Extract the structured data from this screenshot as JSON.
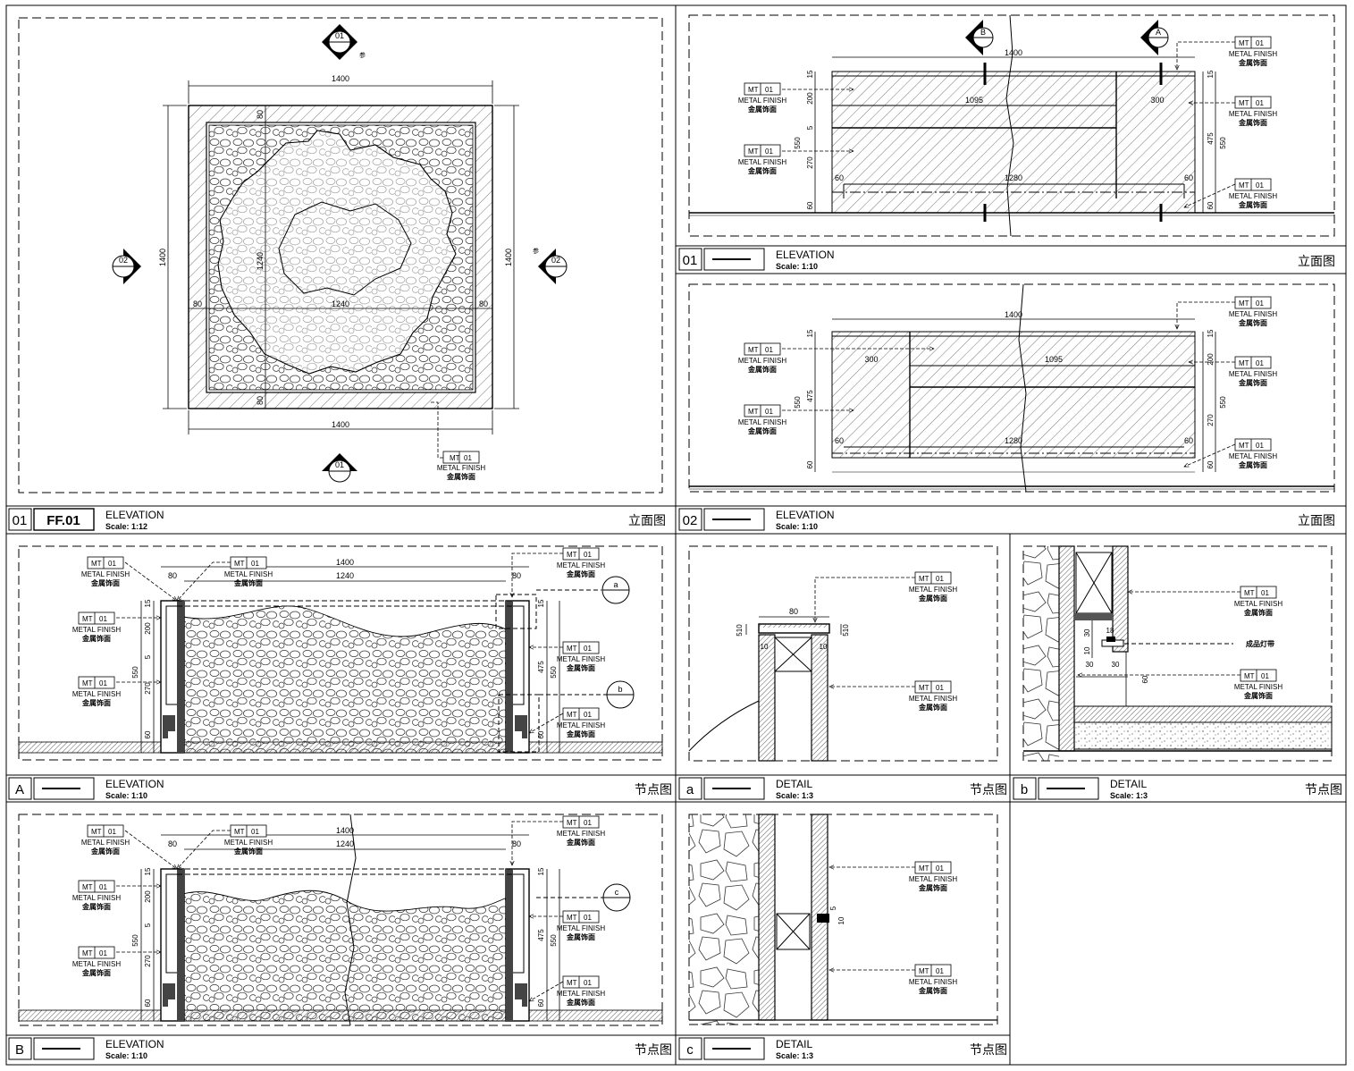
{
  "tag": {
    "mt": "MT",
    "num": "01",
    "en": "METAL FINISH",
    "cn": "金属饰面"
  },
  "ref_cn": "参",
  "p01": {
    "dims": {
      "w_top": "1400",
      "w_bot": "1400",
      "h_left": "1400",
      "h_right": "1400",
      "inner": "1240",
      "edge_l": "80",
      "edge_r": "80",
      "edge_t": "80",
      "edge_b": "80",
      "v_inner": "1240"
    },
    "markers": {
      "top_num": "01",
      "bot_num": "01",
      "left_num": "02",
      "right_num": "02"
    },
    "title": {
      "num": "01",
      "code": "FF.01",
      "label": "ELEVATION",
      "scale": "Scale: 1:12",
      "cn": "立面图"
    }
  },
  "p02": {
    "dims": {
      "w": "1400",
      "d1095": "1095",
      "d300": "300",
      "d1280": "1280",
      "d60a": "60",
      "d60b": "60",
      "h15": "15",
      "h200": "200",
      "h5": "5",
      "h270": "270",
      "h550": "550",
      "h60": "60",
      "r15": "15",
      "r475": "475",
      "r550": "550",
      "r60": "60"
    },
    "markers": {
      "b": "B",
      "a": "A"
    },
    "title": {
      "num": "01",
      "label": "ELEVATION",
      "scale": "Scale: 1:10",
      "cn": "立面图"
    }
  },
  "p03": {
    "dims": {
      "w": "1400",
      "d300": "300",
      "d1095": "1095",
      "d1280": "1280",
      "d60a": "60",
      "d60b": "60",
      "h15": "15",
      "h475": "475",
      "h550": "550",
      "h60": "60",
      "r15": "15",
      "r200": "200",
      "r270": "270",
      "r550": "550",
      "r60": "60"
    },
    "title": {
      "num": "02",
      "label": "ELEVATION",
      "scale": "Scale: 1:10",
      "cn": "立面图"
    }
  },
  "pA": {
    "dims": {
      "w": "1400",
      "inner": "1240",
      "e80l": "80",
      "e80r": "80",
      "h15": "15",
      "h200": "200",
      "h5": "5",
      "h270": "270",
      "h550": "550",
      "h60": "60",
      "r15": "15",
      "r475": "475",
      "r550": "550",
      "r60": "60"
    },
    "callouts": {
      "a": "a",
      "b": "b"
    },
    "title": {
      "num": "A",
      "label": "ELEVATION",
      "scale": "Scale: 1:10",
      "cn": "节点图"
    }
  },
  "pB": {
    "dims": {
      "w": "1400",
      "inner": "1240",
      "e80l": "80",
      "e80r": "80",
      "h15": "15",
      "h200": "200",
      "h5": "5",
      "h270": "270",
      "h550": "550",
      "h60": "60",
      "r15": "15",
      "r475": "475",
      "r550": "550",
      "r60": "60"
    },
    "callouts": {
      "c": "c"
    },
    "title": {
      "num": "B",
      "label": "ELEVATION",
      "scale": "Scale: 1:10",
      "cn": "节点图"
    }
  },
  "pa": {
    "dims": {
      "w80": "80",
      "h510l": "510",
      "h510r": "510",
      "t10l": "10",
      "t10r": "10"
    },
    "title": {
      "num": "a",
      "label": "DETAIL",
      "scale": "Scale: 1:3",
      "cn": "节点图"
    }
  },
  "pb": {
    "dims": {
      "d18": "18",
      "d30a": "30",
      "d10": "10",
      "d30b": "30",
      "d30c": "30",
      "d60": "60"
    },
    "led_cn": "成品灯带",
    "title": {
      "num": "b",
      "label": "DETAIL",
      "scale": "Scale: 1:3",
      "cn": "节点图"
    }
  },
  "pc": {
    "dims": {
      "d5": "5",
      "d10": "10"
    },
    "title": {
      "num": "c",
      "label": "DETAIL",
      "scale": "Scale: 1:3",
      "cn": "节点图"
    }
  },
  "colors": {
    "line": "#000000",
    "paper": "#ffffff",
    "hatch": "#444444"
  }
}
